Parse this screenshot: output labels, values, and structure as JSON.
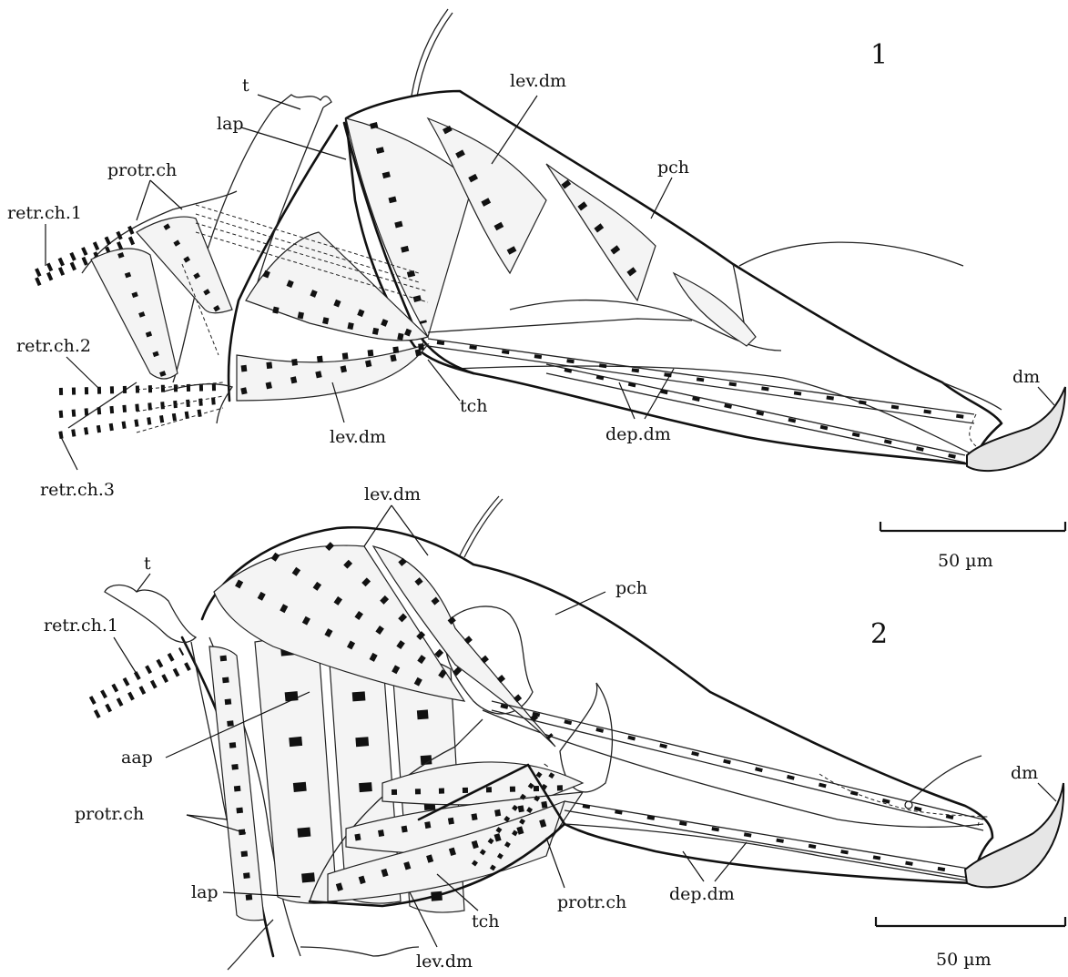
{
  "figure1": {
    "number": "1",
    "labels": {
      "t": "t",
      "lap": "lap",
      "lev_dm_top": "lev.dm",
      "pch": "pch",
      "protr_ch": "protr.ch",
      "retr_ch_1": "retr.ch.1",
      "retr_ch_2": "retr.ch.2",
      "retr_ch_3": "retr.ch.3",
      "lev_dm_bottom": "lev.dm",
      "tch": "tch",
      "dep_dm": "dep.dm",
      "dm": "dm"
    },
    "scale_bar": "50 µm"
  },
  "figure2": {
    "number": "2",
    "labels": {
      "lev_dm_top": "lev.dm",
      "t": "t",
      "pch": "pch",
      "retr_ch_1": "retr.ch.1",
      "aap": "aap",
      "protr_ch_left": "protr.ch",
      "lap": "lap",
      "tch": "tch",
      "lev_dm_bottom": "lev.dm",
      "protr_ch_right": "protr.ch",
      "dep_dm": "dep.dm",
      "dm": "dm"
    },
    "scale_bar": "50 µm"
  },
  "colors": {
    "ink": "#111111",
    "paper": "#ffffff",
    "claw_fill": "#e6e6e6"
  }
}
